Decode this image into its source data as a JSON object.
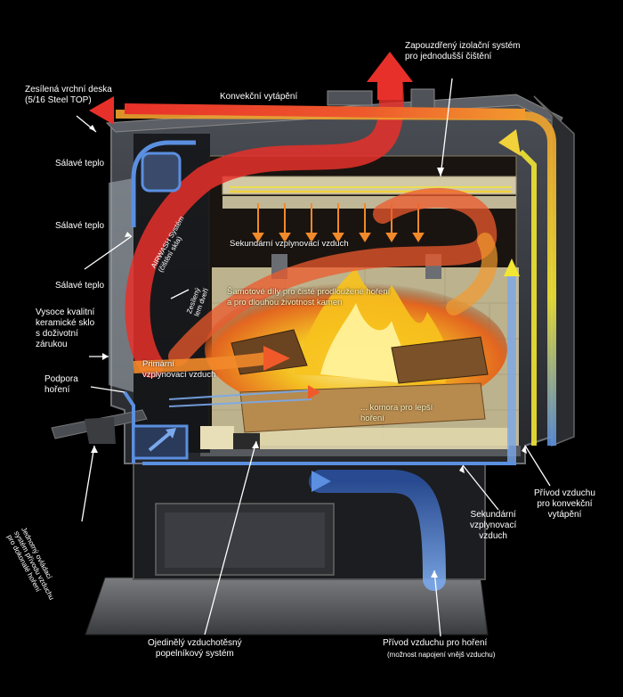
{
  "labels": {
    "top_right": "Zapouzdřený izolační systém\npro jednodušší čištění",
    "top_left": "Zesílená vrchní deska\n(5/16 Steel TOP)",
    "convection_heating": "Konvekční vytápění",
    "radiant_heat_1": "Sálavé teplo",
    "radiant_heat_2": "Sálavé teplo",
    "radiant_heat_3": "Sálavé teplo",
    "ceramic_glass": "Vysoce kvalitní\nkeramické sklo\ns doživotní\nzárukou",
    "combustion_support": "Podpora\nhoření",
    "airwash": "AIRWASH Systém\n(čištění skla)",
    "reinforced_door": "Zesílený\nlem dveří",
    "secondary_combustion_inner": "Sekundární vzplynovací vzduch",
    "firebricks": "Šamotové díly pro čisté prodloužené hoření\na pro dlouhou životnost kamen",
    "primary_combustion": "Primární\nvzplynovací vzduch",
    "burn_chamber_partial": "... komora pro lepší\nhoření",
    "inlet_air_convection": "Přívod vzduchu\npro konvekční\nvytápění",
    "secondary_combustion_outer": "Sekundární\nvzplynovací\nvzduch",
    "unified_control": "Jednotný ovládací\nsystém přívodu vzduchu\npro dokonalé hoření",
    "ashpan": "Ojedinělý vzduchotěsný\npopelníkový systém",
    "combustion_air_inlet": "Přívod vzduchu pro hoření",
    "combustion_air_inlet_note": "(možnost napojení vnějš vzduchu)"
  },
  "colors": {
    "background": "#000000",
    "hot_flow": "#e8302a",
    "warm_flow": "#f29a2e",
    "cold_flow": "#5b8fe0",
    "fresh_air": "#f2e633",
    "steel": "#3a3d42",
    "firebrick": "#d9cfa5",
    "flame": "#f7b21d"
  }
}
